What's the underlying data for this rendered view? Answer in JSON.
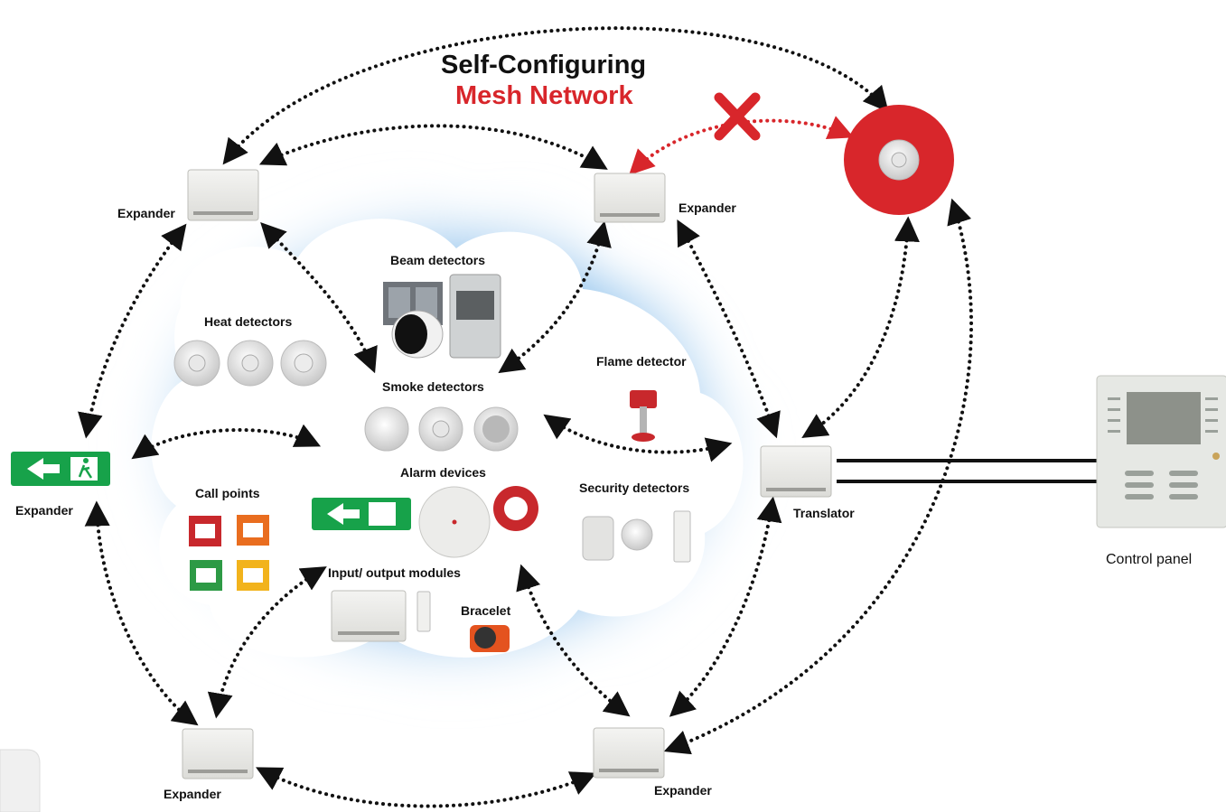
{
  "title": {
    "line1": "Self-Configuring",
    "line2": "Mesh Network"
  },
  "colors": {
    "accent_red": "#d8262b",
    "cloud_blue": "#6aaee6",
    "link": "#111111"
  },
  "nodes": {
    "expander": "Expander",
    "translator": "Translator",
    "control_panel": "Control panel"
  },
  "groups": {
    "beam": "Beam detectors",
    "heat": "Heat detectors",
    "smoke": "Smoke detectors",
    "flame": "Flame detector",
    "alarm": "Alarm devices",
    "call": "Call points",
    "security": "Security detectors",
    "io": "Input/ output modules",
    "bracelet": "Bracelet"
  },
  "icons": [
    "red-cross-icon",
    "exit-sign-icon",
    "smoke-detector-icon",
    "heat-detector-icon",
    "call-point-icon"
  ]
}
